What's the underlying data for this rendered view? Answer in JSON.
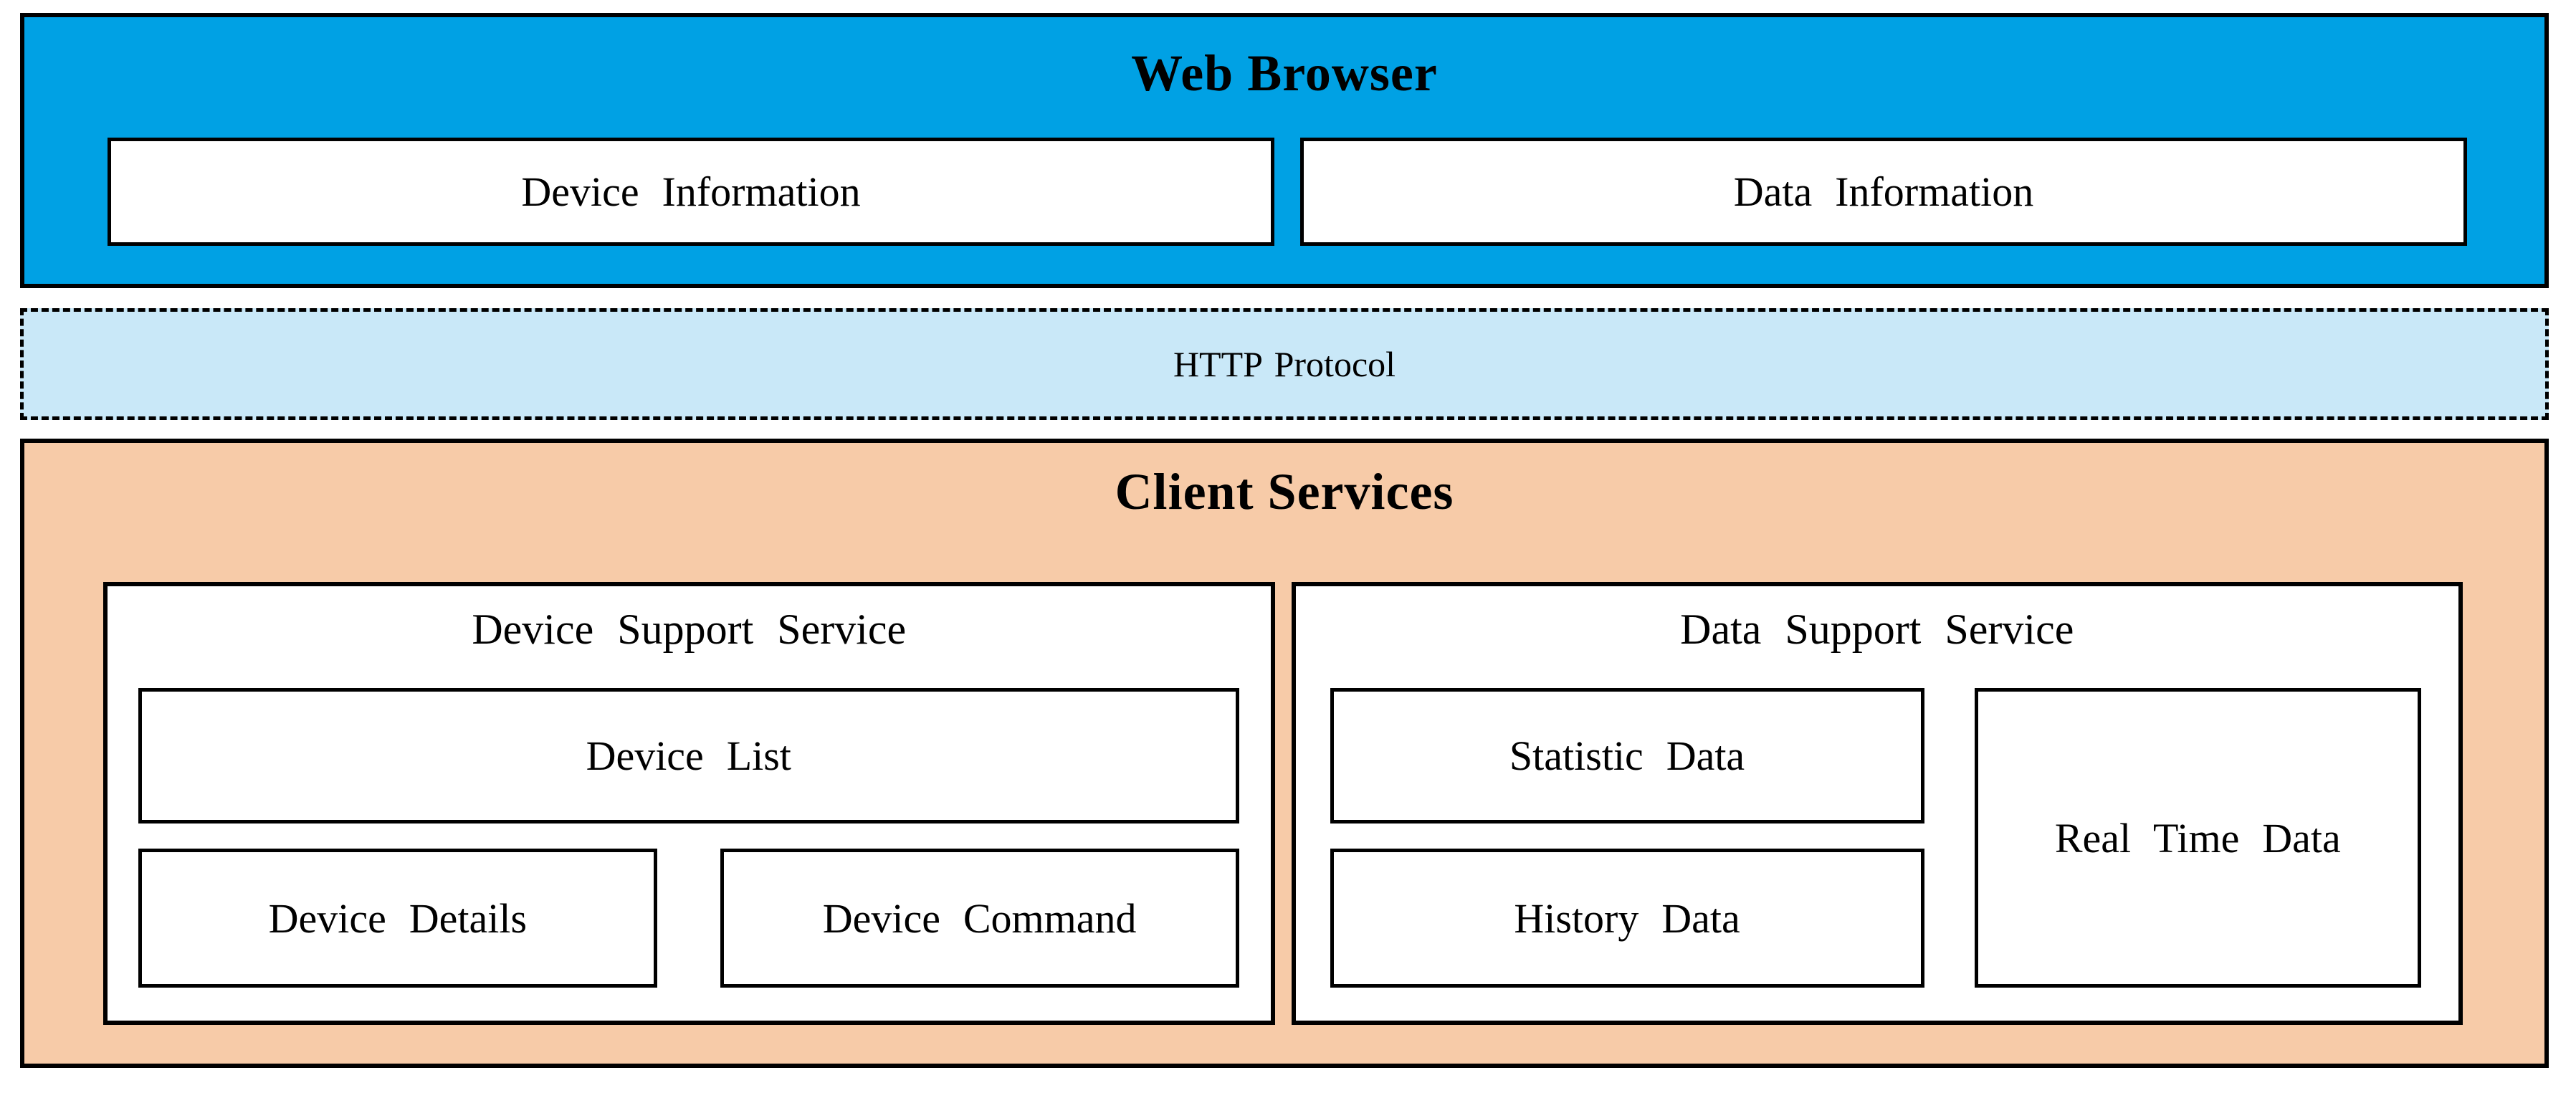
{
  "web_browser": {
    "title": "Web Browser",
    "device_information": "Device Information",
    "data_information": "Data Information"
  },
  "http_protocol": {
    "label": "HTTP Protocol"
  },
  "client_services": {
    "title": "Client Services",
    "device_support_service": {
      "title": "Device Support Service",
      "device_list": "Device List",
      "device_details": "Device Details",
      "device_command": "Device Command"
    },
    "data_support_service": {
      "title": "Data Support Service",
      "statistic_data": "Statistic Data",
      "history_data": "History Data",
      "real_time_data": "Real Time Data"
    }
  },
  "colors": {
    "web_browser_bg": "#00A1E4",
    "http_protocol_bg": "#C9E8F8",
    "client_services_bg": "#F7CBA8",
    "box_bg": "#FFFFFF",
    "border": "#000000",
    "text": "#000000"
  }
}
